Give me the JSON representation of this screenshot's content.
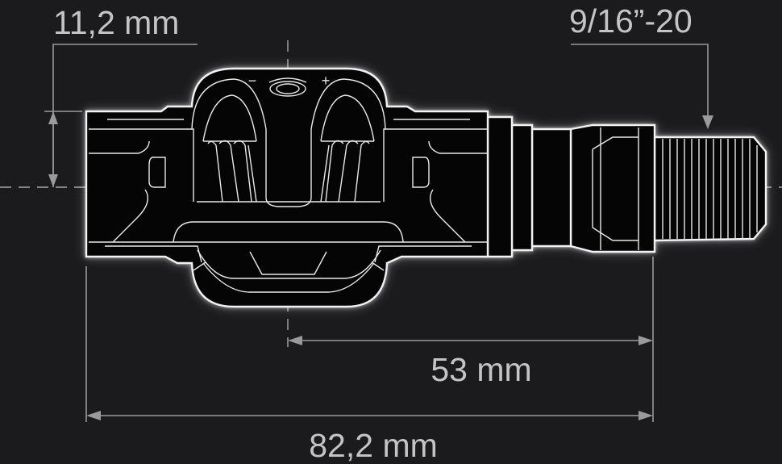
{
  "diagram": {
    "subject": "pedal",
    "dimensions": [
      {
        "id": "stack-height",
        "label": "11,2 mm"
      },
      {
        "id": "thread",
        "label": "9/16”-20"
      },
      {
        "id": "q-factor",
        "label": "53 mm"
      },
      {
        "id": "overall-length",
        "label": "82,2 mm"
      }
    ],
    "tension_marks": {
      "minus": "−",
      "plus": "+"
    }
  },
  "colors": {
    "background": "#1b1b1d",
    "outline": "#f2f2f2",
    "dimension": "#9a9a9a",
    "text": "#c4c4c4"
  }
}
